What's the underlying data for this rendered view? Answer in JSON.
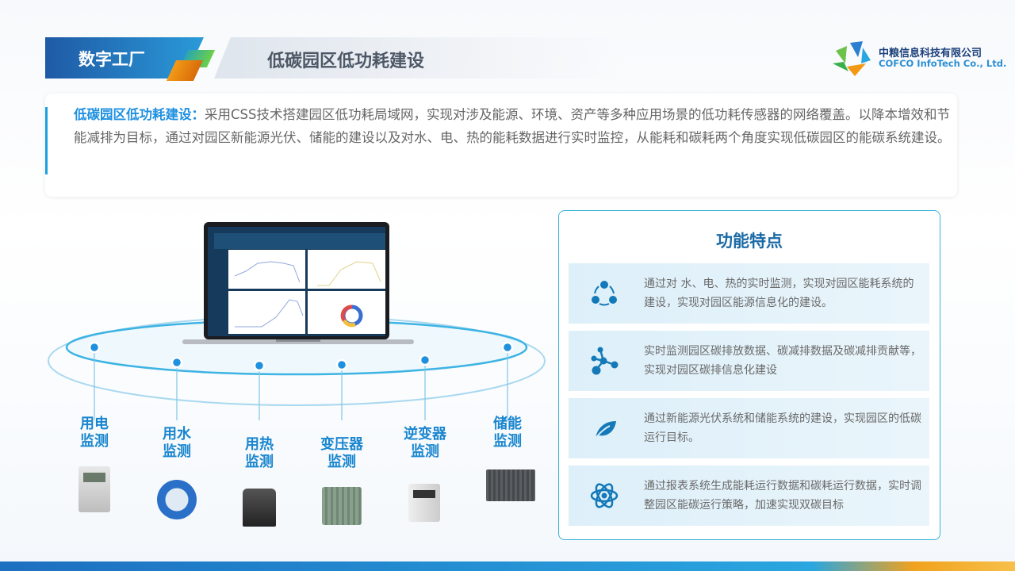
{
  "header": {
    "section": "数字工厂",
    "title": "低碳园区低功耗建设"
  },
  "logo": {
    "name_cn": "中粮信息科技有限公司",
    "name_en": "COFCO InfoTech Co., Ltd."
  },
  "intro": {
    "label": "低碳园区低功耗建设：",
    "text": "采用CSS技术搭建园区低功耗局域网，实现对涉及能源、环境、资产等多种应用场景的低功耗传感器的网络覆盖。以降本增效和节能减排为目标，通过对园区新能源光伏、储能的建设以及对水、电、热的能耗数据进行实时监控，从能耗和碳耗两个角度实现低碳园区的能碳系统建设。"
  },
  "devices": [
    {
      "l1": "用电",
      "l2": "监测"
    },
    {
      "l1": "用水",
      "l2": "监测"
    },
    {
      "l1": "用热",
      "l2": "监测"
    },
    {
      "l1": "变压器",
      "l2": "监测"
    },
    {
      "l1": "逆变器",
      "l2": "监测"
    },
    {
      "l1": "储能",
      "l2": "监测"
    }
  ],
  "features": {
    "title": "功能特点",
    "items": [
      {
        "icon": "network-hexagon-icon",
        "text": "通过对 水、电、热的实时监测，实现对园区能耗系统的建设，实现对园区能源信息化的建设。"
      },
      {
        "icon": "molecule-icon",
        "text": "实时监测园区碳排放数据、碳减排数据及碳减排贡献等，实现对园区碳排信息化建设"
      },
      {
        "icon": "leaf-icon",
        "text": "通过新能源光伏系统和储能系统的建设，实现园区的低碳运行目标。"
      },
      {
        "icon": "atom-icon",
        "text": "通过报表系统生成能耗运行数据和碳耗运行数据，实时调整园区能碳运行策略，加速实现双碳目标"
      }
    ]
  },
  "colors": {
    "accent": "#1e90e0",
    "title": "#1b6aa6",
    "border": "#3ab3dc"
  }
}
